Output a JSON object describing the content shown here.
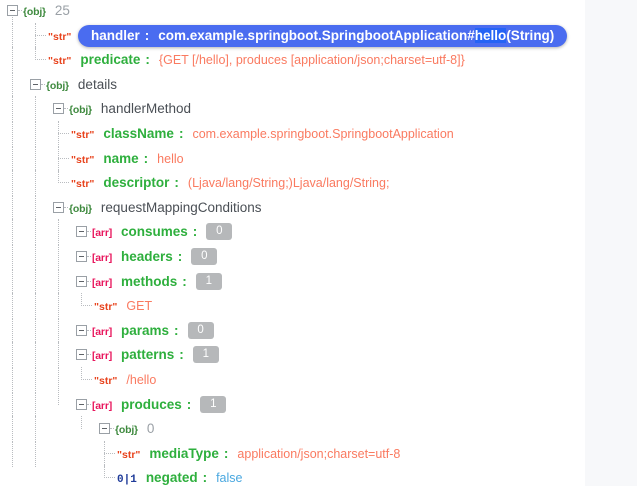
{
  "viewer": {
    "title": "JSON Tree Viewer",
    "accent_selected": "#4a6cf0",
    "accent_match": "#2563f5",
    "key_color": "#2eaf3d",
    "string_value_color": "#fa7a60",
    "bool_value_color": "#4aa8e0",
    "badge_color": "#b6b8ba"
  },
  "tags": {
    "obj": "{obj}",
    "arr": "[arr]",
    "str": "\"str\"",
    "bool": "0|1"
  },
  "rows": {
    "root": {
      "tag": "obj",
      "name": "25"
    },
    "handler": {
      "tag": "str",
      "key": "handler",
      "colon": ":",
      "value_prefix": "com.example.springboot.SpringbootApplication#",
      "value_match": "hello",
      "value_suffix": "(String)",
      "value_full": "com.example.springboot.SpringbootApplication#hello(String)",
      "selected": "true"
    },
    "predicate": {
      "tag": "str",
      "key": "predicate",
      "colon": ":",
      "value": "{GET [/hello], produces [application/json;charset=utf-8]}"
    },
    "details": {
      "tag": "obj",
      "name": "details"
    },
    "handlerMethod": {
      "tag": "obj",
      "name": "handlerMethod"
    },
    "className": {
      "tag": "str",
      "key": "className",
      "colon": ":",
      "value": "com.example.springboot.SpringbootApplication"
    },
    "name": {
      "tag": "str",
      "key": "name",
      "colon": ":",
      "value": "hello"
    },
    "descriptor": {
      "tag": "str",
      "key": "descriptor",
      "colon": ":",
      "value": "(Ljava/lang/String;)Ljava/lang/String;"
    },
    "requestMappingConditions": {
      "tag": "obj",
      "name": "requestMappingConditions"
    },
    "consumes": {
      "tag": "arr",
      "key": "consumes",
      "colon": ":",
      "count": "0"
    },
    "headers": {
      "tag": "arr",
      "key": "headers",
      "colon": ":",
      "count": "0"
    },
    "methods": {
      "tag": "arr",
      "key": "methods",
      "colon": ":",
      "count": "1"
    },
    "methods_0": {
      "tag": "str",
      "value": "GET"
    },
    "params": {
      "tag": "arr",
      "key": "params",
      "colon": ":",
      "count": "0"
    },
    "patterns": {
      "tag": "arr",
      "key": "patterns",
      "colon": ":",
      "count": "1"
    },
    "patterns_0": {
      "tag": "str",
      "value": "/hello"
    },
    "produces": {
      "tag": "arr",
      "key": "produces",
      "colon": ":",
      "count": "1"
    },
    "produces_0": {
      "tag": "obj",
      "name": "0"
    },
    "mediaType": {
      "tag": "str",
      "key": "mediaType",
      "colon": ":",
      "value": "application/json;charset=utf-8"
    },
    "negated": {
      "tag": "bool",
      "key": "negated",
      "colon": ":",
      "value": "false"
    }
  }
}
